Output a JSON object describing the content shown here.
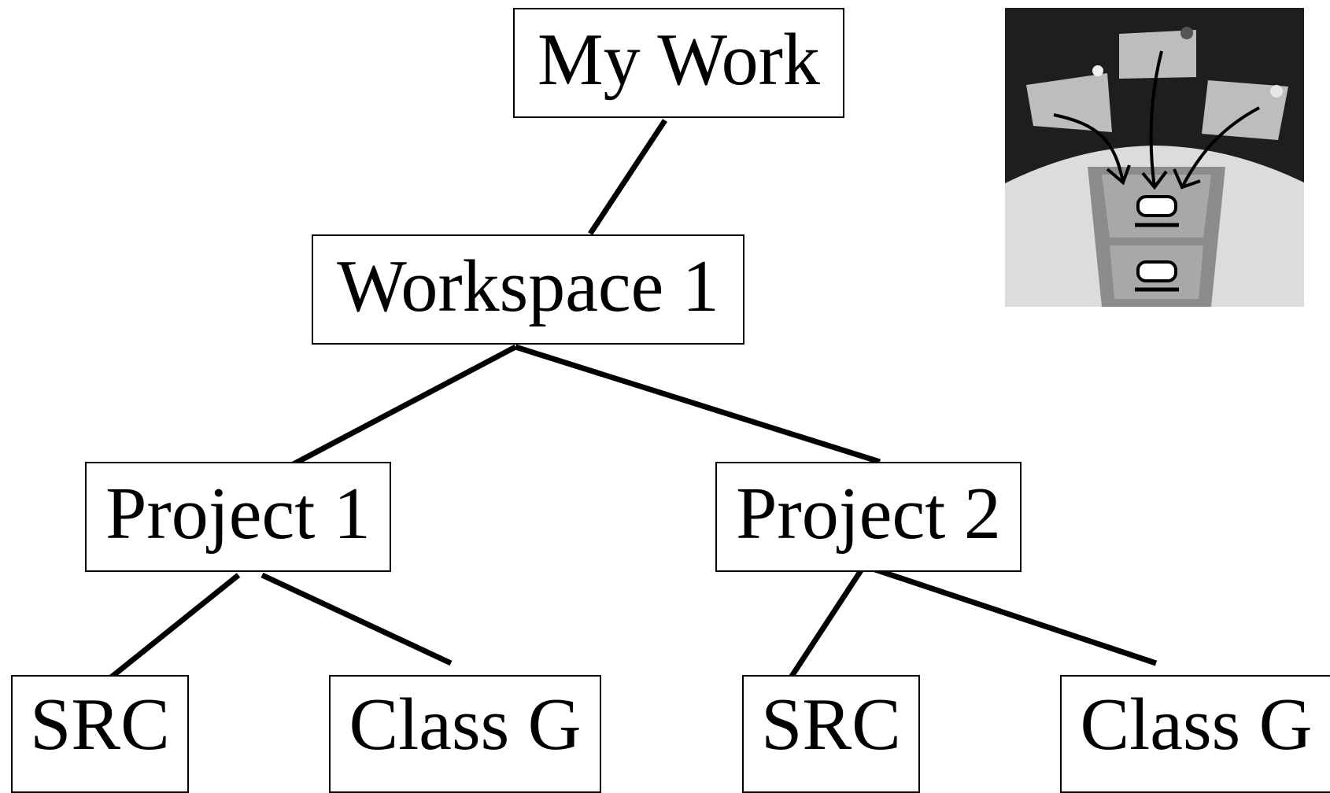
{
  "diagram": {
    "nodes": {
      "root": "My Work",
      "workspace": "Workspace 1",
      "project1": "Project 1",
      "project2": "Project 2",
      "p1_src": "SRC",
      "p1_class": "Class G",
      "p2_src": "SRC",
      "p2_class": "Class G"
    },
    "edges": [
      [
        "root",
        "workspace"
      ],
      [
        "workspace",
        "project1"
      ],
      [
        "workspace",
        "project2"
      ],
      [
        "project1",
        "p1_src"
      ],
      [
        "project1",
        "p1_class"
      ],
      [
        "project2",
        "p2_src"
      ],
      [
        "project2",
        "p2_class"
      ]
    ],
    "clipart": {
      "icon": "file-cabinet-with-notes-icon",
      "colors": {
        "background": "#1e1e1e",
        "floor": "#dcdcdc",
        "paper": "#bdbdbd",
        "cabinet_outer": "#8c8c8c",
        "cabinet_inner": "#a8a8a8"
      }
    }
  }
}
